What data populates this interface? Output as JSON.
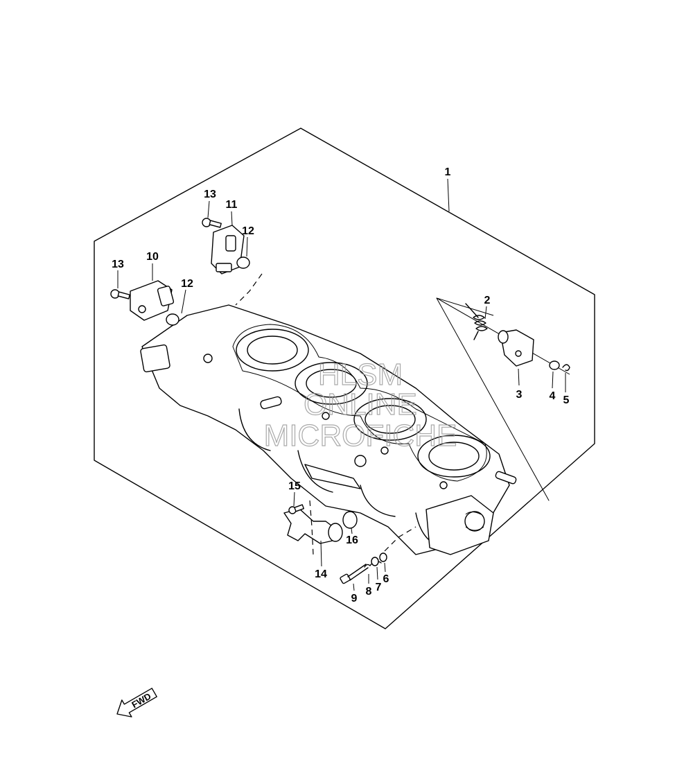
{
  "diagram": {
    "labels": [
      {
        "id": "1",
        "text": "1"
      },
      {
        "id": "2",
        "text": "2"
      },
      {
        "id": "3",
        "text": "3"
      },
      {
        "id": "4",
        "text": "4"
      },
      {
        "id": "5",
        "text": "5"
      },
      {
        "id": "6",
        "text": "6"
      },
      {
        "id": "7",
        "text": "7"
      },
      {
        "id": "8",
        "text": "8"
      },
      {
        "id": "9",
        "text": "9"
      },
      {
        "id": "10",
        "text": "10"
      },
      {
        "id": "11",
        "text": "11"
      },
      {
        "id": "12a",
        "text": "12"
      },
      {
        "id": "12b",
        "text": "12"
      },
      {
        "id": "13a",
        "text": "13"
      },
      {
        "id": "13b",
        "text": "13"
      },
      {
        "id": "14",
        "text": "14"
      },
      {
        "id": "15",
        "text": "15"
      },
      {
        "id": "16",
        "text": "16"
      }
    ],
    "watermark": {
      "line1": "HLSM",
      "line2": "ONLINE",
      "line3": "MICROFICHE"
    },
    "fwd_label": "FWD"
  },
  "colors": {
    "line": "#000000",
    "background": "#ffffff",
    "watermark": "#9a9a9a"
  }
}
